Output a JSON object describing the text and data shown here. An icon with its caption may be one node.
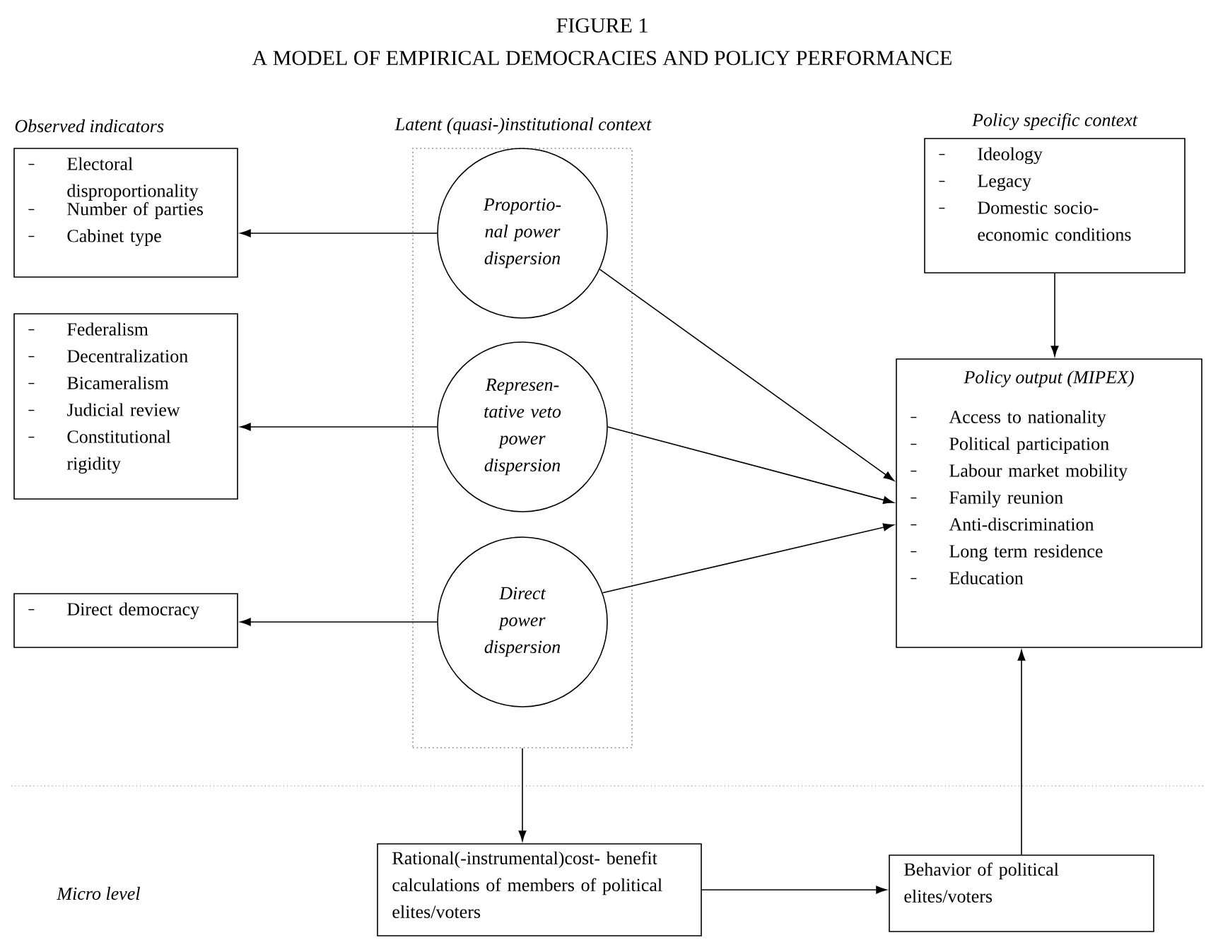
{
  "diagram": {
    "title": "FIGURE 1",
    "nodes": [
      {
        "text": [
          "Latent (quasi-)institutional context"
        ]
      },
      {
        "text": [
          "Proportio- nal power dispersion"
        ],
        "in": 0
      },
      {
        "text": [
          "Represen- tative veto power dispersion"
        ],
        "in": 0
      },
      {
        "text": [
          "Direct power dispersion"
        ],
        "in": 0
      },
      {
        "text": [
          "Electoral disproportionality",
          "Number of parties",
          "Cabinet type"
        ]
      },
      {
        "text": [
          "Federalism",
          "Decentralization",
          "Bicameralism",
          "Judicial review",
          "Constitutional rigidity"
        ]
      },
      {
        "text": [
          "Direct democracy"
        ]
      },
      {
        "text": [
          "Policy specific context",
          "Ideology",
          "Legacy",
          "Domestic socio- economic conditions"
        ]
      },
      {
        "text": [
          "Policy output (MIPEX)",
          "Access to nationality",
          "Political participation",
          "Labour market mobility",
          "Family reunion",
          "Anti-discrimination",
          "Long term residence",
          "Education"
        ]
      },
      {
        "text": [
          "Rational(-instrumental)cost- benefit calculations of members of political elites/voters"
        ]
      },
      {
        "text": [
          "Behavior of political elites/voters"
        ]
      }
    ],
    "edges": [
      {
        "from": 1,
        "to": 4,
        "arrow": "to"
      },
      {
        "from": 2,
        "to": 5,
        "arrow": "to"
      },
      {
        "from": 3,
        "to": 6,
        "arrow": "to"
      },
      {
        "from": 1,
        "to": 8,
        "arrow": "to"
      },
      {
        "from": 2,
        "to": 8,
        "arrow": "to"
      },
      {
        "from": 3,
        "to": 8,
        "arrow": "to"
      },
      {
        "from": 7,
        "to": 8,
        "arrow": "to"
      },
      {
        "from": 0,
        "to": 9,
        "arrow": "to"
      },
      {
        "from": 9,
        "to": 10,
        "arrow": "to"
      },
      {
        "from": 10,
        "to": 8,
        "arrow": "to"
      }
    ],
    "labels": [
      "A MODEL OF EMPIRICAL DEMOCRACIES AND POLICY PERFORMANCE",
      "Observed indicators",
      "Micro level"
    ]
  }
}
